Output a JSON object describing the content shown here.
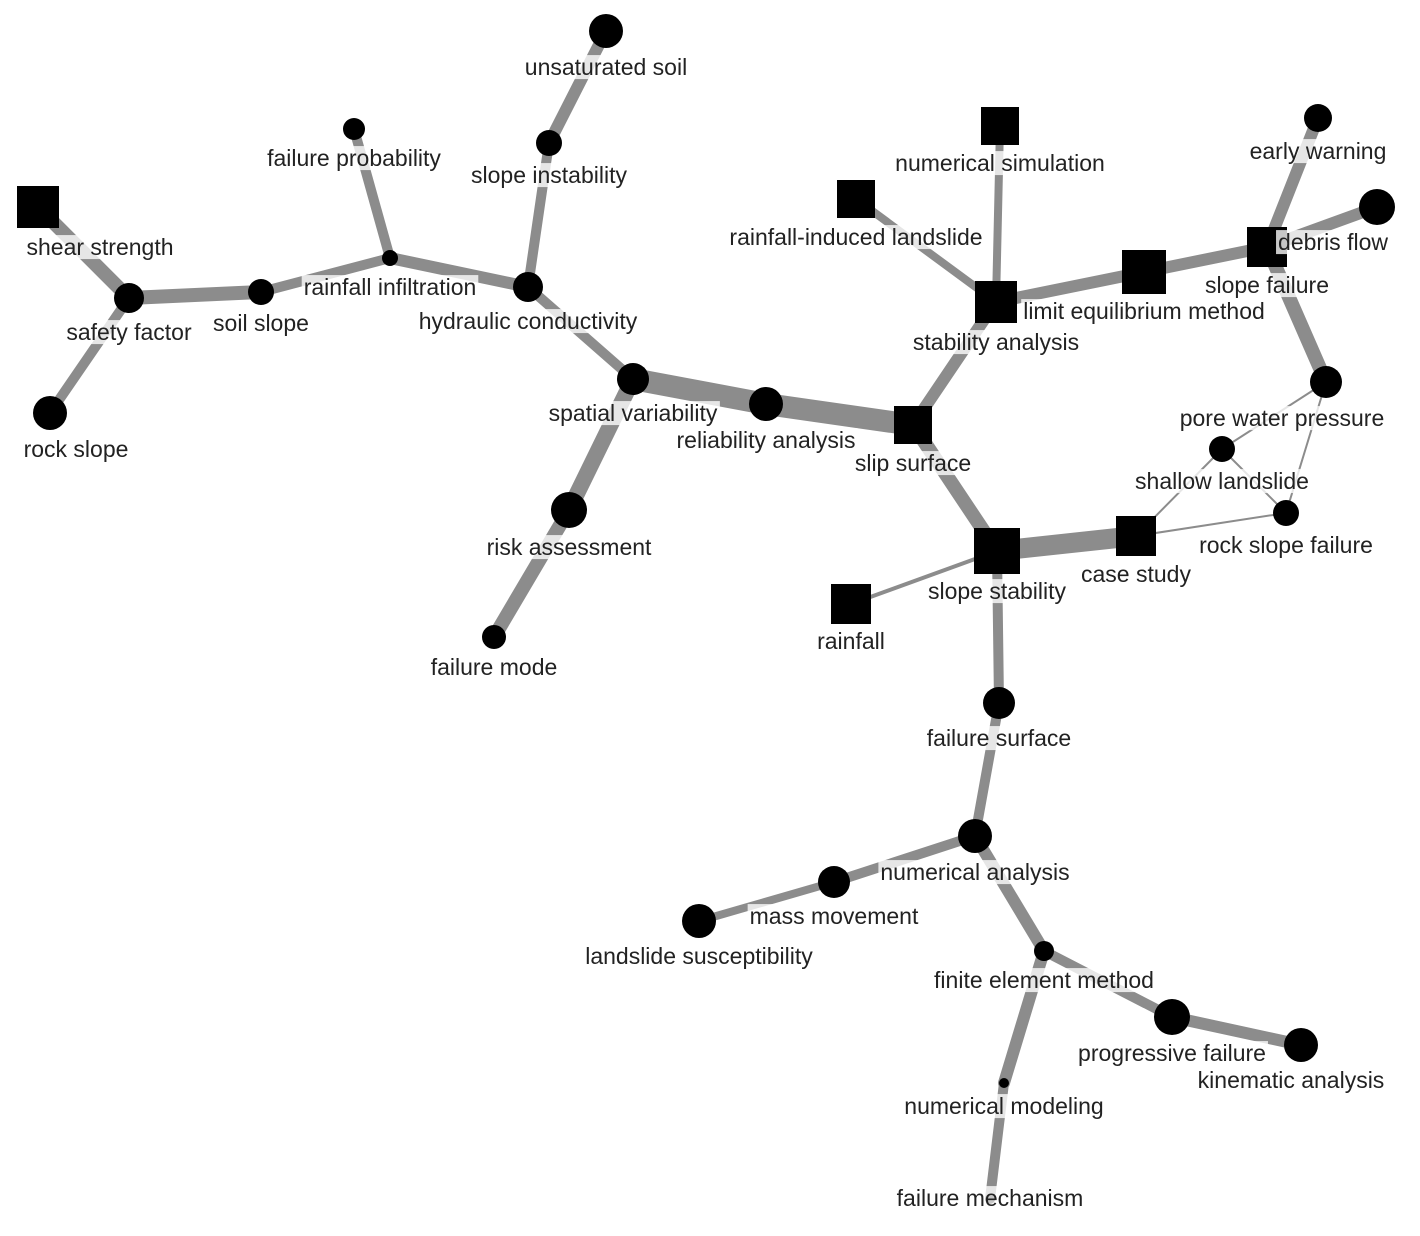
{
  "graph": {
    "nodes": [
      {
        "id": "unsaturated-soil",
        "label": "unsaturated soil",
        "shape": "circle"
      },
      {
        "id": "slope-instability",
        "label": "slope instability",
        "shape": "circle"
      },
      {
        "id": "failure-probability",
        "label": "failure probability",
        "shape": "circle"
      },
      {
        "id": "rainfall-infiltration",
        "label": "rainfall infiltration",
        "shape": "circle"
      },
      {
        "id": "hydraulic-conductivity",
        "label": "hydraulic conductivity",
        "shape": "circle"
      },
      {
        "id": "shear-strength",
        "label": "shear strength",
        "shape": "square"
      },
      {
        "id": "safety-factor",
        "label": "safety factor",
        "shape": "circle"
      },
      {
        "id": "soil-slope",
        "label": "soil slope",
        "shape": "circle"
      },
      {
        "id": "rock-slope",
        "label": "rock slope",
        "shape": "circle"
      },
      {
        "id": "spatial-variability",
        "label": "spatial variability",
        "shape": "circle"
      },
      {
        "id": "reliability-analysis",
        "label": "reliability analysis",
        "shape": "circle"
      },
      {
        "id": "risk-assessment",
        "label": "risk assessment",
        "shape": "circle"
      },
      {
        "id": "failure-mode",
        "label": "failure mode",
        "shape": "circle"
      },
      {
        "id": "slip-surface",
        "label": "slip surface",
        "shape": "square"
      },
      {
        "id": "numerical-simulation",
        "label": "numerical simulation",
        "shape": "square"
      },
      {
        "id": "rainfall-induced-landslide",
        "label": "rainfall-induced landslide",
        "shape": "square"
      },
      {
        "id": "stability-analysis",
        "label": "stability analysis",
        "shape": "square"
      },
      {
        "id": "limit-equilibrium-method",
        "label": "limit equilibrium method",
        "shape": "square"
      },
      {
        "id": "slope-failure",
        "label": "slope failure",
        "shape": "square"
      },
      {
        "id": "early-warning",
        "label": "early warning",
        "shape": "circle"
      },
      {
        "id": "debris-flow",
        "label": "debris flow",
        "shape": "circle"
      },
      {
        "id": "pore-water-pressure",
        "label": "pore water pressure",
        "shape": "circle"
      },
      {
        "id": "shallow-landslide",
        "label": "shallow landslide",
        "shape": "circle"
      },
      {
        "id": "rock-slope-failure",
        "label": "rock slope failure",
        "shape": "circle"
      },
      {
        "id": "case-study",
        "label": "case study",
        "shape": "square"
      },
      {
        "id": "slope-stability",
        "label": "slope stability",
        "shape": "square"
      },
      {
        "id": "rainfall",
        "label": "rainfall",
        "shape": "square"
      },
      {
        "id": "failure-surface",
        "label": "failure surface",
        "shape": "circle"
      },
      {
        "id": "numerical-analysis",
        "label": "numerical analysis",
        "shape": "circle"
      },
      {
        "id": "mass-movement",
        "label": "mass movement",
        "shape": "circle"
      },
      {
        "id": "landslide-susceptibility",
        "label": "landslide susceptibility",
        "shape": "circle"
      },
      {
        "id": "finite-element-method",
        "label": "finite element method",
        "shape": "circle"
      },
      {
        "id": "progressive-failure",
        "label": "progressive failure",
        "shape": "circle"
      },
      {
        "id": "kinematic-analysis",
        "label": "kinematic analysis",
        "shape": "circle"
      },
      {
        "id": "numerical-modeling",
        "label": "numerical modeling",
        "shape": "circle"
      },
      {
        "id": "failure-mechanism",
        "label": "failure mechanism",
        "shape": "circle"
      }
    ],
    "edges": [
      {
        "source": "unsaturated-soil",
        "target": "slope-instability"
      },
      {
        "source": "slope-instability",
        "target": "hydraulic-conductivity"
      },
      {
        "source": "failure-probability",
        "target": "rainfall-infiltration"
      },
      {
        "source": "rainfall-infiltration",
        "target": "hydraulic-conductivity"
      },
      {
        "source": "soil-slope",
        "target": "rainfall-infiltration"
      },
      {
        "source": "safety-factor",
        "target": "soil-slope"
      },
      {
        "source": "shear-strength",
        "target": "safety-factor"
      },
      {
        "source": "rock-slope",
        "target": "safety-factor"
      },
      {
        "source": "hydraulic-conductivity",
        "target": "spatial-variability"
      },
      {
        "source": "spatial-variability",
        "target": "reliability-analysis"
      },
      {
        "source": "reliability-analysis",
        "target": "slip-surface"
      },
      {
        "source": "spatial-variability",
        "target": "risk-assessment"
      },
      {
        "source": "risk-assessment",
        "target": "failure-mode"
      },
      {
        "source": "slip-surface",
        "target": "stability-analysis"
      },
      {
        "source": "slip-surface",
        "target": "slope-stability"
      },
      {
        "source": "numerical-simulation",
        "target": "stability-analysis"
      },
      {
        "source": "rainfall-induced-landslide",
        "target": "stability-analysis"
      },
      {
        "source": "stability-analysis",
        "target": "limit-equilibrium-method"
      },
      {
        "source": "limit-equilibrium-method",
        "target": "slope-failure"
      },
      {
        "source": "early-warning",
        "target": "slope-failure"
      },
      {
        "source": "debris-flow",
        "target": "slope-failure"
      },
      {
        "source": "slope-failure",
        "target": "pore-water-pressure"
      },
      {
        "source": "pore-water-pressure",
        "target": "shallow-landslide"
      },
      {
        "source": "pore-water-pressure",
        "target": "rock-slope-failure"
      },
      {
        "source": "shallow-landslide",
        "target": "case-study"
      },
      {
        "source": "shallow-landslide",
        "target": "rock-slope-failure"
      },
      {
        "source": "case-study",
        "target": "rock-slope-failure"
      },
      {
        "source": "slope-stability",
        "target": "case-study"
      },
      {
        "source": "rainfall",
        "target": "slope-stability"
      },
      {
        "source": "slope-stability",
        "target": "failure-surface"
      },
      {
        "source": "failure-surface",
        "target": "numerical-analysis"
      },
      {
        "source": "numerical-analysis",
        "target": "mass-movement"
      },
      {
        "source": "mass-movement",
        "target": "landslide-susceptibility"
      },
      {
        "source": "numerical-analysis",
        "target": "finite-element-method"
      },
      {
        "source": "finite-element-method",
        "target": "progressive-failure"
      },
      {
        "source": "progressive-failure",
        "target": "kinematic-analysis"
      },
      {
        "source": "finite-element-method",
        "target": "numerical-modeling"
      },
      {
        "source": "numerical-modeling",
        "target": "failure-mechanism"
      }
    ]
  },
  "colors": {
    "node": "#000000",
    "edge": "#8c8c8c",
    "label": "#222222",
    "background": "#ffffff"
  }
}
